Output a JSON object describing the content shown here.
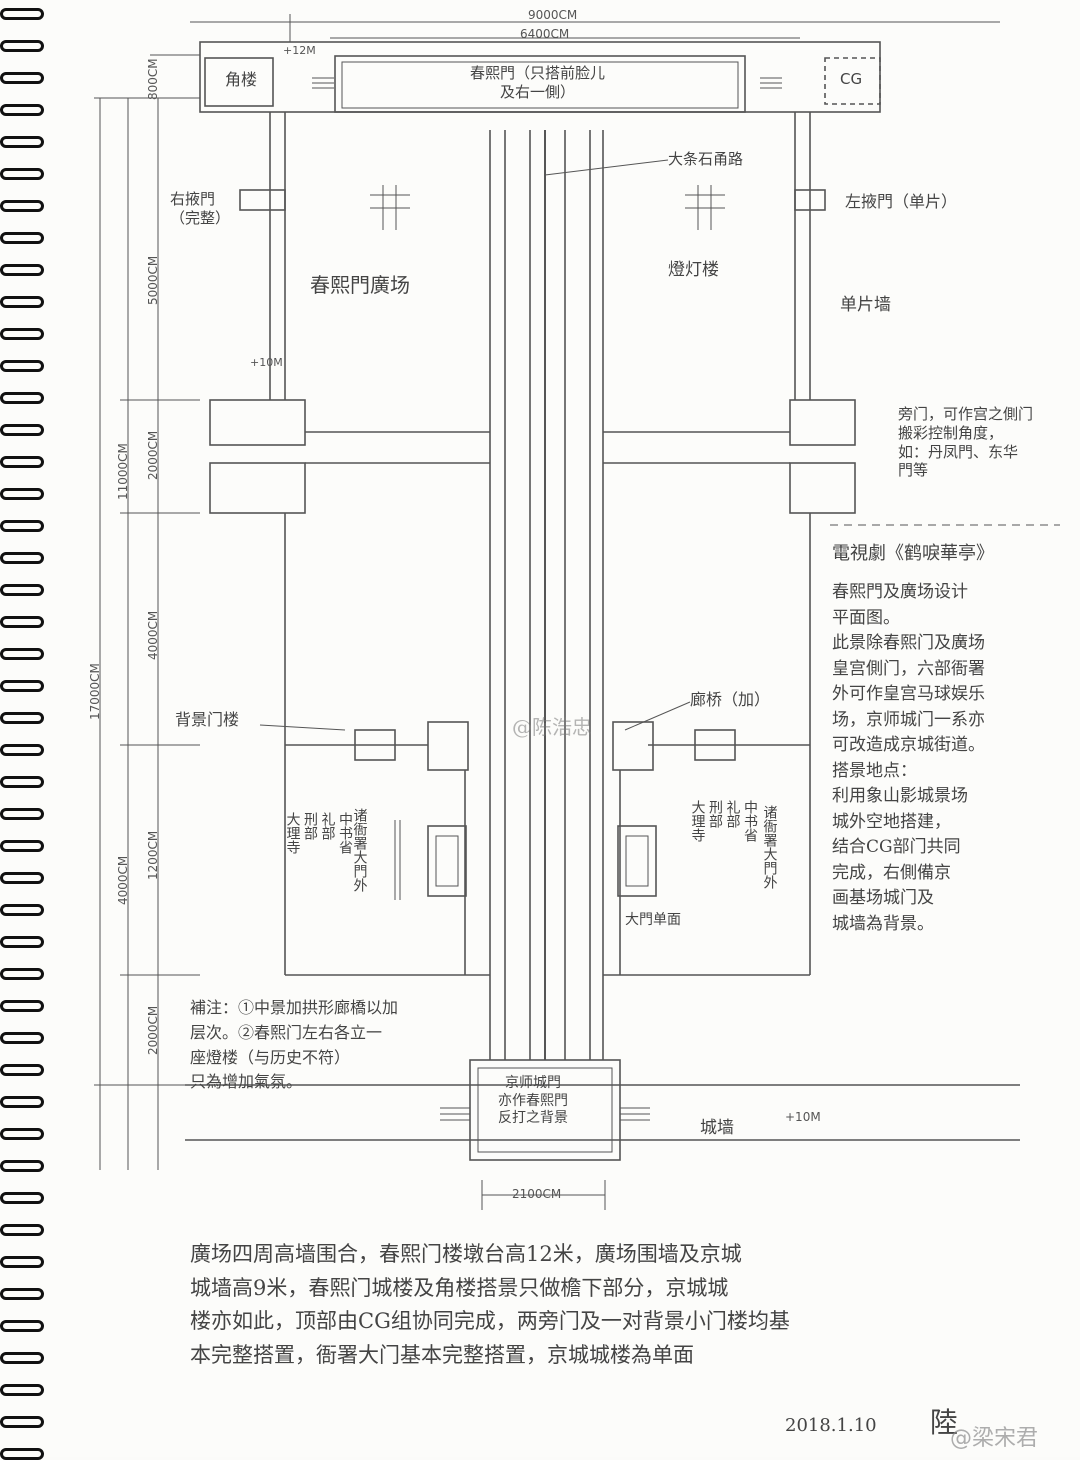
{
  "dimensions": {
    "top_total": "9000CM",
    "top_inner": "6400CM",
    "left_total": "17000CM",
    "left_upper": "11000CM",
    "left_lower": "4000CM",
    "seg_800": "800CM",
    "seg_5000": "5000CM",
    "seg_2000a": "2000CM",
    "seg_4000": "4000CM",
    "seg_1200": "1200CM",
    "seg_2000b": "2000CM",
    "bottom_gate": "2100CM",
    "elev_12": "+12M",
    "elev_10a": "+10M",
    "elev_10b": "+10M"
  },
  "labels": {
    "corner_tower": "角楼",
    "cg_box": "CG",
    "chunximen": "春熙門（只搭前脸儿\n及右一側）",
    "main_road": "大条石甬路",
    "left_side_gate": "右掖門\n（完整）",
    "right_side_gate": "左掖門（单片）",
    "plaza": "春熙門廣场",
    "lantern_tower": "燈灯楼",
    "single_wall": "单片墙",
    "side_gate_note": "旁门，可作宫之側门\n搬彩控制角度，\n如：丹凤門、东华\n門等",
    "background_gatehouse": "背景门楼",
    "corridor_bridge": "廊桥（加）",
    "left_offices": "中书省\n礼部\n刑部\n大理寺",
    "left_offices_gate": "诸衙署大門外",
    "right_offices": "中书省\n礼部\n刑部\n大理寺",
    "right_offices_gate": "诸衙署大門外",
    "gate_single": "大門单面",
    "city_gate": "京师城門\n亦作春熙門\n反打之背景",
    "city_wall": "城墙",
    "supplement": "補注：①中景加拱形廊橋以加\n层次。②春熙门左右各立一\n座燈楼（与历史不符）\n只為增加氣氛。",
    "title": "電視劇《鹤唳華亭》",
    "notes": "春熙門及廣场设计\n平面图。\n此景除春熙门及廣场\n皇宫側门，六部衙署\n外可作皇宫马球娱乐\n场，京师城门一系亦\n可改造成京城街道。\n搭景地点：\n利用象山影城景场\n城外空地搭建，\n结合CG部门共同\n完成，右側備京\n画基场城门及\n城墙為背景。",
    "bottom_text": "廣场四周高墙围合，春熙门楼墩台高12米，廣场围墙及京城\n城墙高9米，春熙门城楼及角楼搭景只做檐下部分，京城城\n楼亦如此，顶部由CG组协同完成，两旁门及一对背景小门楼均基\n本完整搭置，衙署大门基本完整搭置，京城城楼為单面",
    "date": "2018.1.10",
    "signature": "陸",
    "watermark_center": "@陈浩忠",
    "watermark_corner": "@梁宋君"
  }
}
